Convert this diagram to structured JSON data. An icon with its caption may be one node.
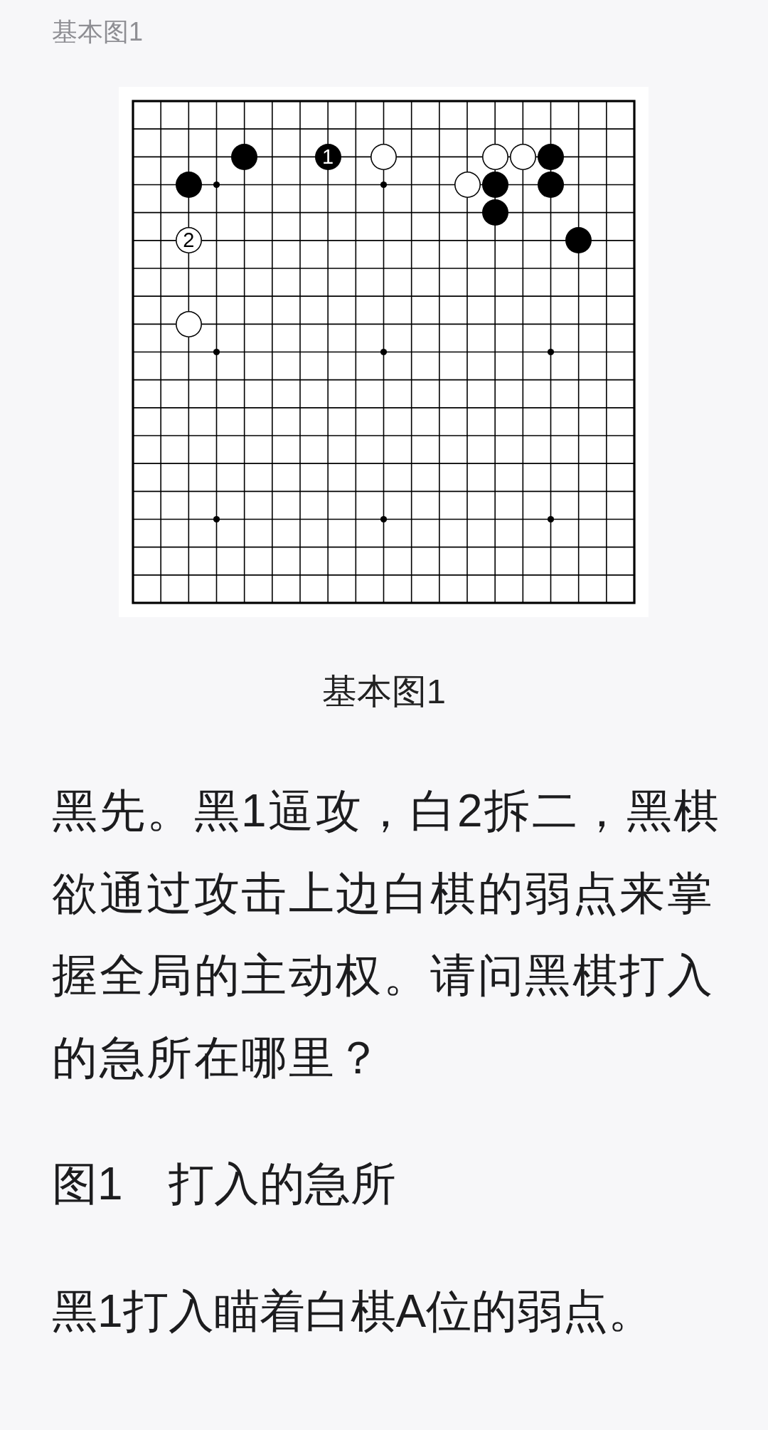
{
  "diagram": {
    "title": "基本图1",
    "caption": "基本图1",
    "nodes": [
      {
        "text": [],
        "shape": "circle"
      },
      {
        "text": [
          "1"
        ]
      },
      {
        "text": [],
        "shape": "circle"
      },
      {
        "text": [],
        "shape": "circle"
      },
      {
        "text": [],
        "shape": "circle"
      },
      {
        "text": [],
        "shape": "circle"
      },
      {
        "text": [],
        "shape": "circle"
      },
      {
        "text": [],
        "shape": "circle"
      },
      {
        "text": [],
        "shape": "circle"
      },
      {
        "text": [],
        "shape": "circle"
      },
      {
        "text": [],
        "shape": "circle"
      },
      {
        "text": [
          "2"
        ]
      },
      {
        "text": [],
        "shape": "circle"
      },
      {
        "text": [],
        "shape": "circle"
      }
    ],
    "labels": [
      "黑先。黑1逼攻，白2拆二，黑棋欲通过攻击上边白棋的弱点来掌握全局的主动权。请问黑棋打入的急所在哪里？",
      "图1　打入的急所",
      "黑1打入瞄着白棋A位的弱点。"
    ]
  }
}
